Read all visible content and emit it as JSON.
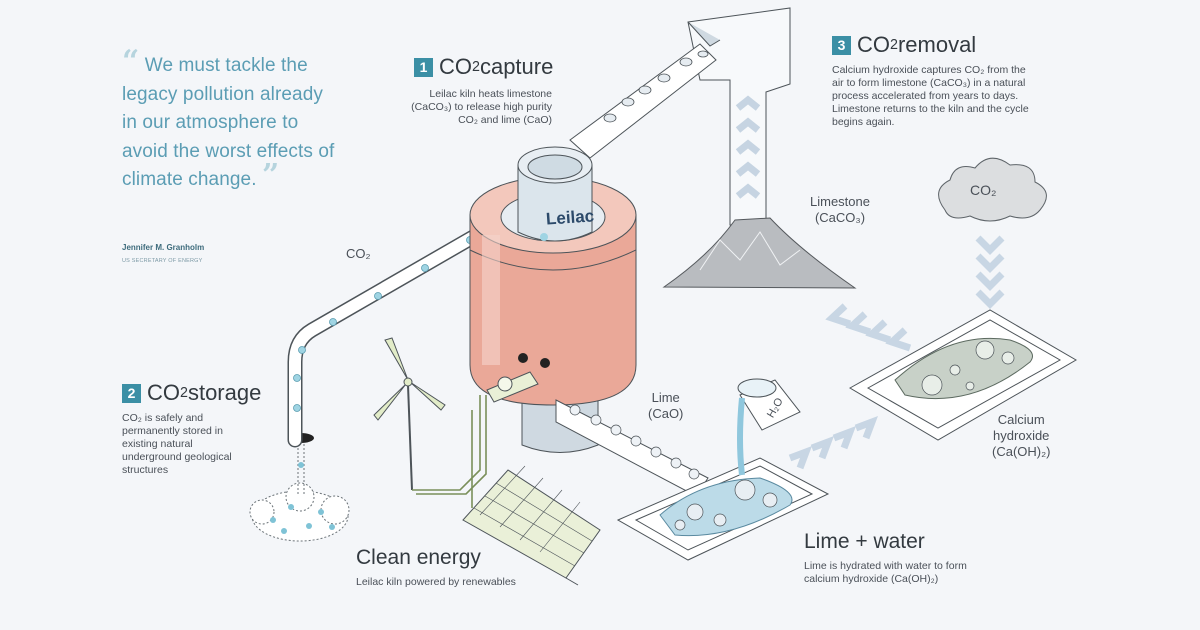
{
  "quote": {
    "text": "We must tackle the legacy pollution already in our atmosphere to avoid the worst effects of climate change.",
    "author": "Jennifer M. Granholm",
    "role": "US SECRETARY OF ENERGY"
  },
  "steps": [
    {
      "number": "1",
      "title_prefix": "CO",
      "title_sub": "2",
      "title_suffix": " capture",
      "lines": [
        "Leilac kiln heats limestone",
        "(CaCO₃) to release high purity",
        "CO₂ and lime (CaO)"
      ]
    },
    {
      "number": "2",
      "title_prefix": "CO",
      "title_sub": "2",
      "title_suffix": " storage",
      "lines": [
        "CO₂ is safely and",
        "permanently stored in",
        "existing natural",
        "underground geological",
        "structures"
      ]
    },
    {
      "number": "3",
      "title_prefix": "CO",
      "title_sub": "2",
      "title_suffix": " removal",
      "lines": [
        "Calcium hydroxide captures CO₂ from the",
        "air to form limestone (CaCO₃) in a natural",
        "process accelerated from years to days.",
        "Limestone returns to the kiln and the cycle",
        "begins again."
      ]
    }
  ],
  "labels": {
    "co2_pipe": "CO₂",
    "co2_cloud": "CO₂",
    "kiln_brand": "Leilac",
    "limestone": "Limestone",
    "limestone_formula": "(CaCO₃)",
    "lime": "Lime",
    "lime_formula": "(CaO)",
    "calcium_hydroxide_1": "Calcium",
    "calcium_hydroxide_2": "hydroxide",
    "calcium_hydroxide_formula": "(Ca(OH)₂)",
    "water_bucket": "H₂O"
  },
  "clean_energy": {
    "title": "Clean energy",
    "desc": "Leilac kiln powered by renewables"
  },
  "lime_water": {
    "title": "Lime + water",
    "lines": [
      "Lime is hydrated with water to form",
      "calcium hydroxide (Ca(OH)₂)"
    ]
  }
}
